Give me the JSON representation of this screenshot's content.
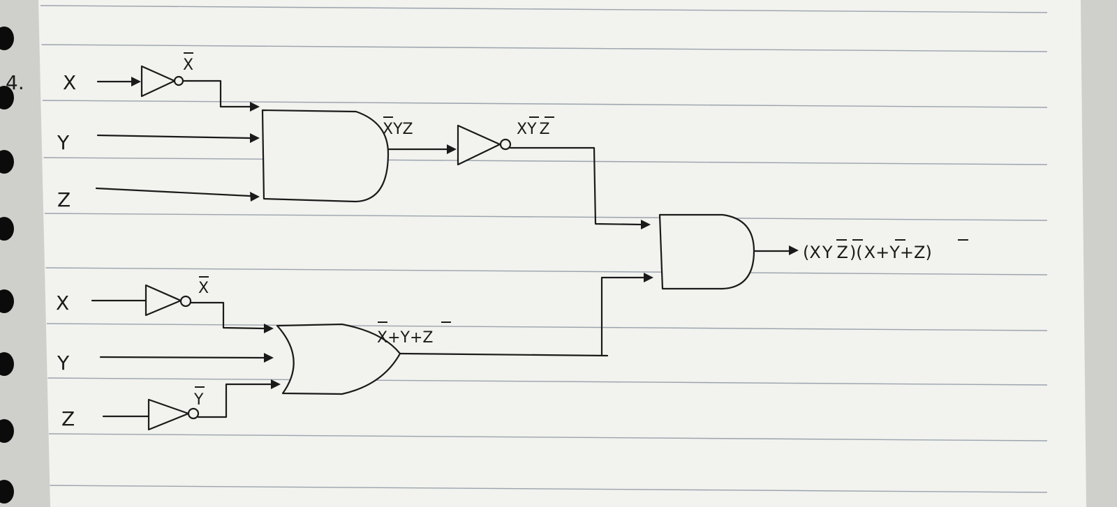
{
  "problem_number": "4.",
  "inputs_top": [
    "X",
    "Y",
    "Z"
  ],
  "inputs_bottom": [
    "X",
    "Y",
    "Z"
  ],
  "signals": {
    "top_not_x": {
      "text": "X",
      "overline": true
    },
    "and1_out": {
      "parts": [
        {
          "t": "X",
          "bar": true
        },
        {
          "t": "YZ",
          "bar": false
        }
      ]
    },
    "not_and1": {
      "parts": [
        {
          "t": "X",
          "bar": false
        },
        {
          "t": "Y",
          "bar": true
        },
        {
          "t": "Z",
          "bar": true
        }
      ]
    },
    "bottom_not_x": {
      "text": "X",
      "overline": true
    },
    "bottom_not_y": {
      "text": "Y",
      "overline": true
    },
    "or_out": {
      "parts": [
        {
          "t": "X",
          "bar": true
        },
        {
          "t": "+Y+",
          "bar": false
        },
        {
          "t": "Z",
          "bar": true
        }
      ]
    },
    "final_out": {
      "parts": [
        {
          "t": "(X",
          "bar": false
        },
        {
          "t": "Y",
          "bar": true
        },
        {
          "t": "Z",
          "bar": true
        },
        {
          "t": ")(",
          "bar": false
        },
        {
          "t": "X",
          "bar": true
        },
        {
          "t": "+Y+",
          "bar": false
        },
        {
          "t": "Z",
          "bar": true
        },
        {
          "t": ")",
          "bar": false
        }
      ]
    }
  },
  "colors": {
    "paper": "#f2f2ee",
    "ruled_line": "#9aa3ad",
    "ink": "#1a1a1a",
    "binder_hole": "#0b0b0b",
    "background": "#cfcfcb"
  }
}
